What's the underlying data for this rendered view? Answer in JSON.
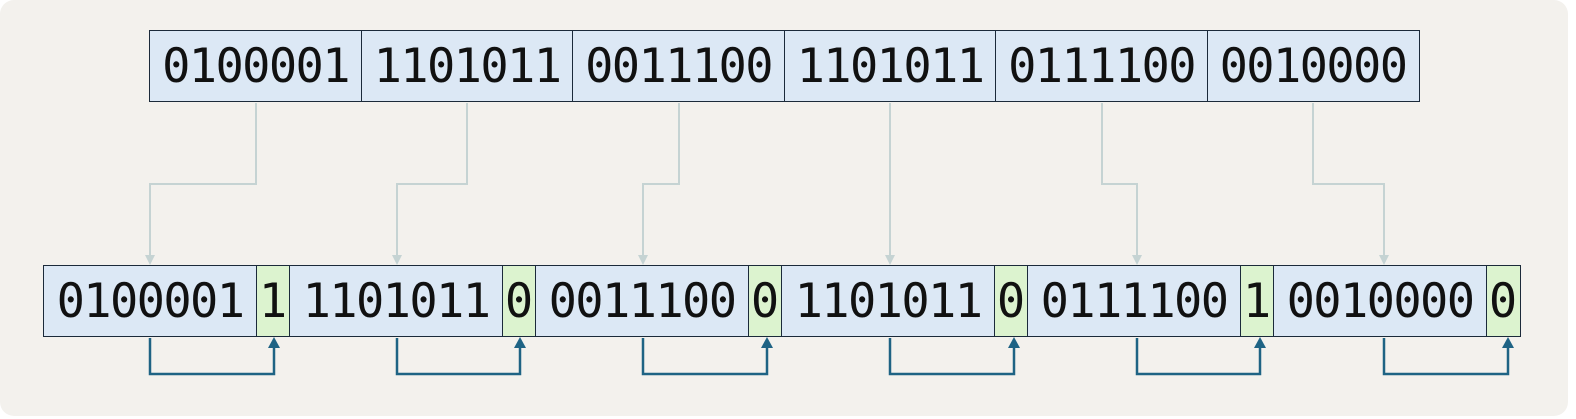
{
  "source_groups": [
    "0100001",
    "1101011",
    "0011100",
    "1101011",
    "0111100",
    "0010000"
  ],
  "encoded_groups": [
    {
      "data": "0100001",
      "parity": "1"
    },
    {
      "data": "1101011",
      "parity": "0"
    },
    {
      "data": "0011100",
      "parity": "0"
    },
    {
      "data": "1101011",
      "parity": "0"
    },
    {
      "data": "0111100",
      "parity": "1"
    },
    {
      "data": "0010000",
      "parity": "0"
    }
  ],
  "colors": {
    "background": "#f3f1ed",
    "data_cell_fill": "#dce8f5",
    "parity_cell_fill": "#dcf3cf",
    "cell_border": "#1b2a3a",
    "mapping_arrow": "#c5d3d3",
    "parity_arrow": "#1e6384"
  }
}
